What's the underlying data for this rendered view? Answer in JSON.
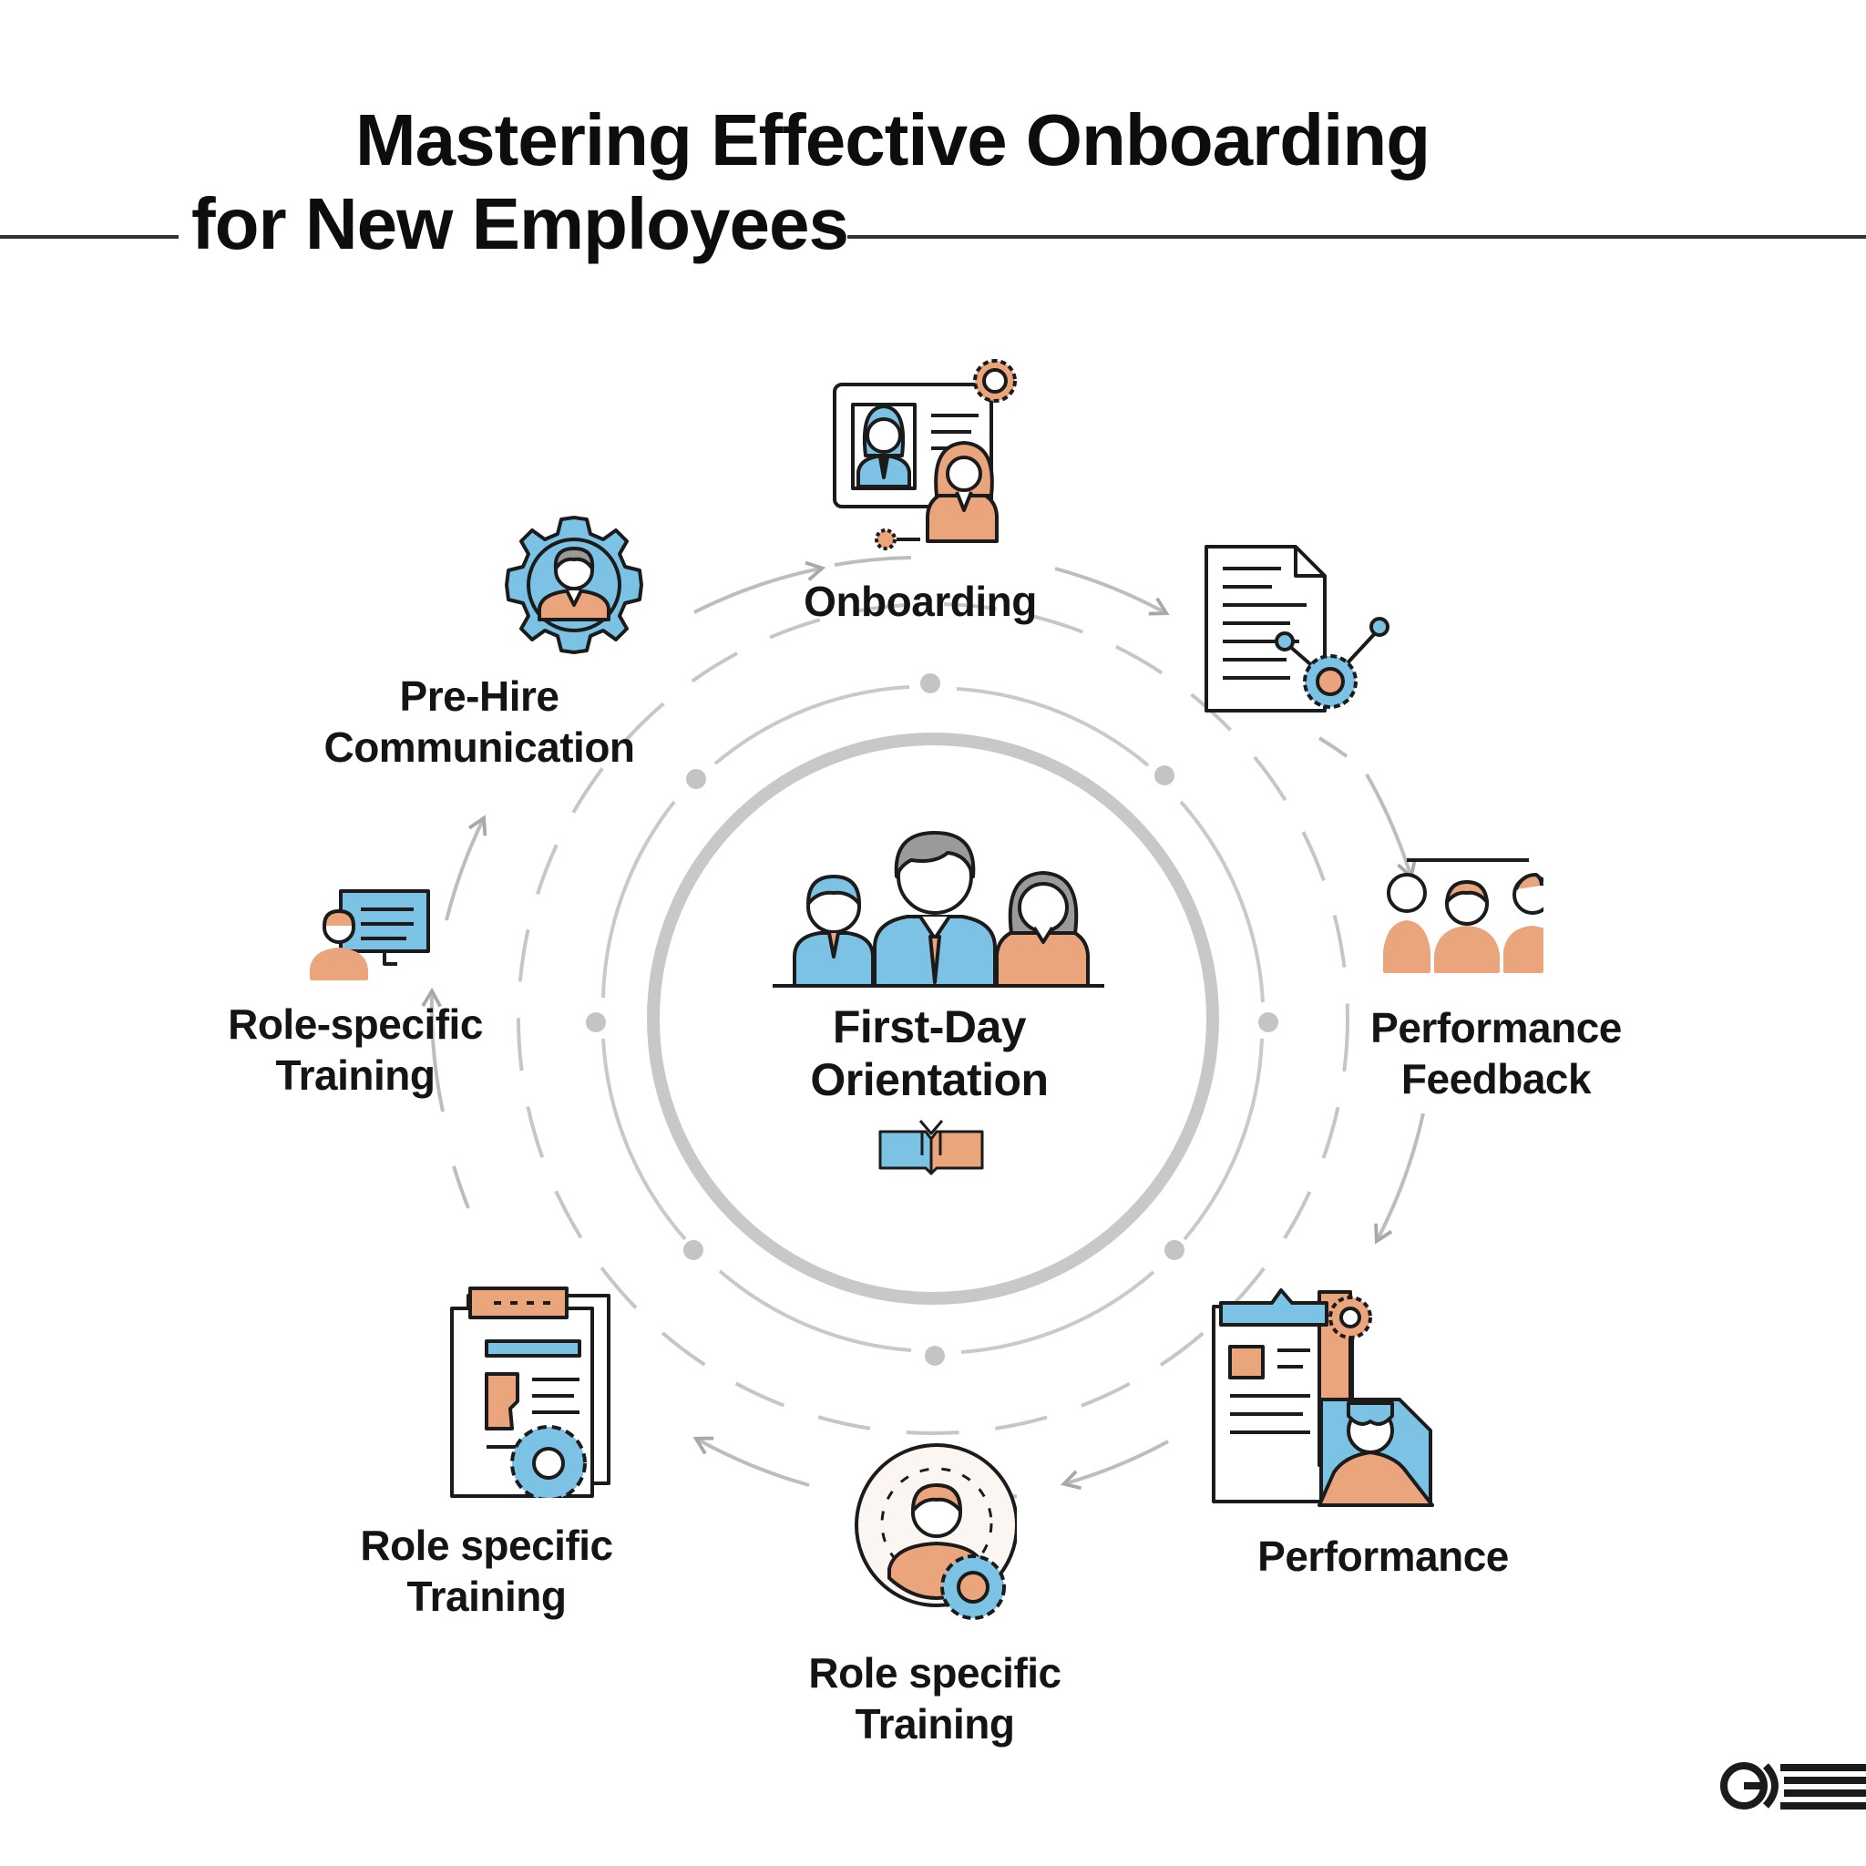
{
  "header": {
    "title_line1": "Mastering Effective Onboarding",
    "title_line2": "for New Employees"
  },
  "center": {
    "label_line1": "First-Day",
    "label_line2": "Orientation",
    "icon": "team-icon",
    "sub_icon": "open-book-icon"
  },
  "nodes": [
    {
      "id": "onboarding",
      "lines": [
        "Onboarding"
      ],
      "icon": "video-meeting-icon"
    },
    {
      "id": "pre-hire",
      "lines": [
        "Pre-Hire",
        "Communication"
      ],
      "icon": "person-gear-icon"
    },
    {
      "id": "doc-gear",
      "lines": [],
      "icon": "document-connections-icon"
    },
    {
      "id": "role-specific-left",
      "lines": [
        "Role-specific",
        "Training"
      ],
      "icon": "person-screen-icon"
    },
    {
      "id": "performance-feedback",
      "lines": [
        "Performance",
        "Feedback"
      ],
      "icon": "group-meeting-icon"
    },
    {
      "id": "role-specific-bottom-left",
      "lines": [
        "Role specific",
        "Training"
      ],
      "icon": "report-gear-icon"
    },
    {
      "id": "role-specific-bottom",
      "lines": [
        "Role specific",
        "Training"
      ],
      "icon": "person-circle-gear-icon"
    },
    {
      "id": "performance",
      "lines": [
        "Performance"
      ],
      "icon": "performance-profile-icon"
    }
  ],
  "colors": {
    "blue": "#7cc2e4",
    "orange": "#eba57d",
    "gray": "#9a9a9a",
    "stroke": "#1b1b1b",
    "ring": "#c4c4c4"
  }
}
